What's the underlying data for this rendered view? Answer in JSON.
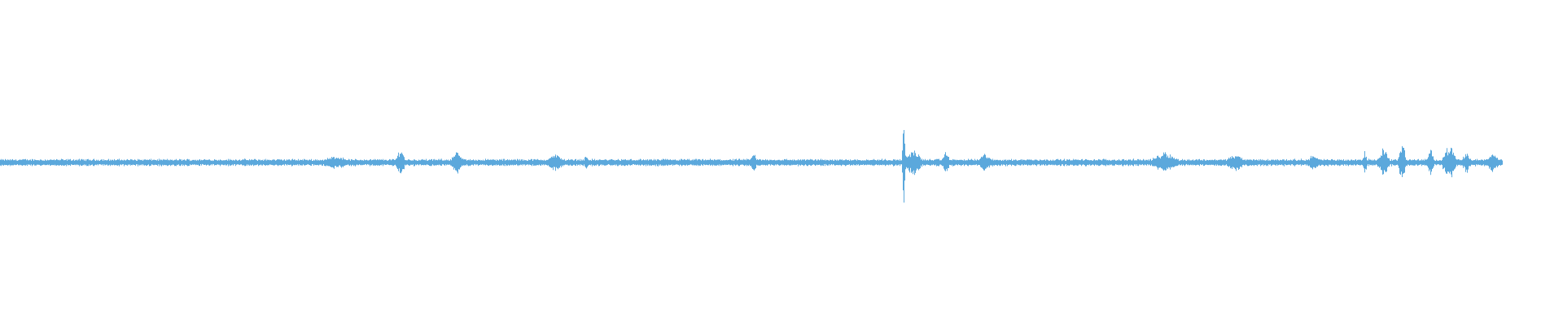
{
  "waveform": {
    "color": "#5ba8dc",
    "background": "#ffffff",
    "duration_fraction": 0.9615,
    "baseline_amplitude": 0.012,
    "bursts": [
      {
        "position": 0.215,
        "amplitude": 0.025,
        "width": 0.015
      },
      {
        "position": 0.256,
        "amplitude": 0.055,
        "width": 0.004
      },
      {
        "position": 0.292,
        "amplitude": 0.04,
        "width": 0.006
      },
      {
        "position": 0.355,
        "amplitude": 0.03,
        "width": 0.01
      },
      {
        "position": 0.375,
        "amplitude": 0.028,
        "width": 0.003
      },
      {
        "position": 0.482,
        "amplitude": 0.04,
        "width": 0.003
      },
      {
        "position": 0.578,
        "amplitude": 0.14,
        "width": 0.0015
      },
      {
        "position": 0.584,
        "amplitude": 0.05,
        "width": 0.008
      },
      {
        "position": 0.605,
        "amplitude": 0.04,
        "width": 0.004
      },
      {
        "position": 0.63,
        "amplitude": 0.035,
        "width": 0.006
      },
      {
        "position": 0.745,
        "amplitude": 0.04,
        "width": 0.012
      },
      {
        "position": 0.79,
        "amplitude": 0.03,
        "width": 0.01
      },
      {
        "position": 0.84,
        "amplitude": 0.03,
        "width": 0.006
      },
      {
        "position": 0.873,
        "amplitude": 0.045,
        "width": 0.002
      },
      {
        "position": 0.885,
        "amplitude": 0.055,
        "width": 0.005
      },
      {
        "position": 0.897,
        "amplitude": 0.085,
        "width": 0.003
      },
      {
        "position": 0.915,
        "amplitude": 0.05,
        "width": 0.003
      },
      {
        "position": 0.927,
        "amplitude": 0.065,
        "width": 0.006
      },
      {
        "position": 0.938,
        "amplitude": 0.04,
        "width": 0.004
      },
      {
        "position": 0.955,
        "amplitude": 0.035,
        "width": 0.008
      }
    ]
  }
}
